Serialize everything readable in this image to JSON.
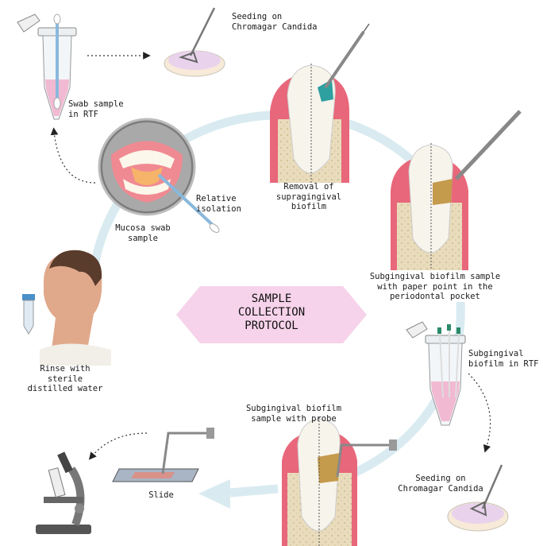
{
  "center": {
    "title": "SAMPLE\nCOLLECTION\nPROTOCOL"
  },
  "labels": {
    "seeding_top": "Seeding on\nChromagar Candida",
    "swab_rtf": "Swab sample\nin RTF",
    "removal": "Removal of\nsupragingival\nbiofilm",
    "relative_isolation": "Relative\nisolation",
    "mucosa_swab": "Mucosa swab\nsample",
    "subgingival_paper": "Subgingival biofilm sample\nwith paper point in the\nperiodontal pocket",
    "subgingival_rtf": "Subgingival\nbiofilm in RTF",
    "rinse": "Rinse with\nsterile\ndistilled water",
    "subgingival_probe": "Subgingival biofilm\nsample with probe",
    "seeding_bottom": "Seeding on\nChromagar Candida",
    "slide": "Slide"
  },
  "colors": {
    "cycle": "#d6eaf0",
    "hexagon": "#f6d3ea",
    "gum": "#e8677a",
    "bone": "#e6d8b8",
    "tooth": "#f7f4ec",
    "plaque": "#c49a4c",
    "liquid": "#f2b9d2"
  }
}
